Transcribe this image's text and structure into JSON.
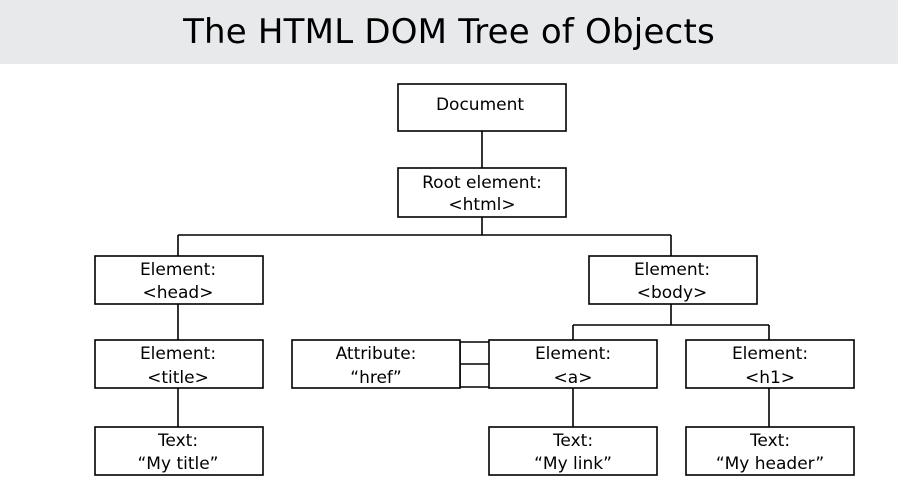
{
  "title": "The HTML DOM Tree of Objects",
  "colors": {
    "title_bar": "#e7e9eb",
    "stroke": "#000000",
    "node_fill": "#ffffff"
  },
  "nodes": {
    "document": {
      "line1": "Document"
    },
    "root": {
      "line1": "Root element:",
      "line2": "<html>"
    },
    "head": {
      "line1": "Element:",
      "line2": "<head>"
    },
    "body": {
      "line1": "Element:",
      "line2": "<body>"
    },
    "title": {
      "line1": "Element:",
      "line2": "<title>"
    },
    "attribute": {
      "line1": "Attribute:",
      "line2": "“href”"
    },
    "a": {
      "line1": "Element:",
      "line2": "<a>"
    },
    "h1": {
      "line1": "Element:",
      "line2": "<h1>"
    },
    "text_title": {
      "line1": "Text:",
      "line2": "“My title”"
    },
    "text_link": {
      "line1": "Text:",
      "line2": "“My link”"
    },
    "text_header": {
      "line1": "Text:",
      "line2": "“My header”"
    }
  }
}
